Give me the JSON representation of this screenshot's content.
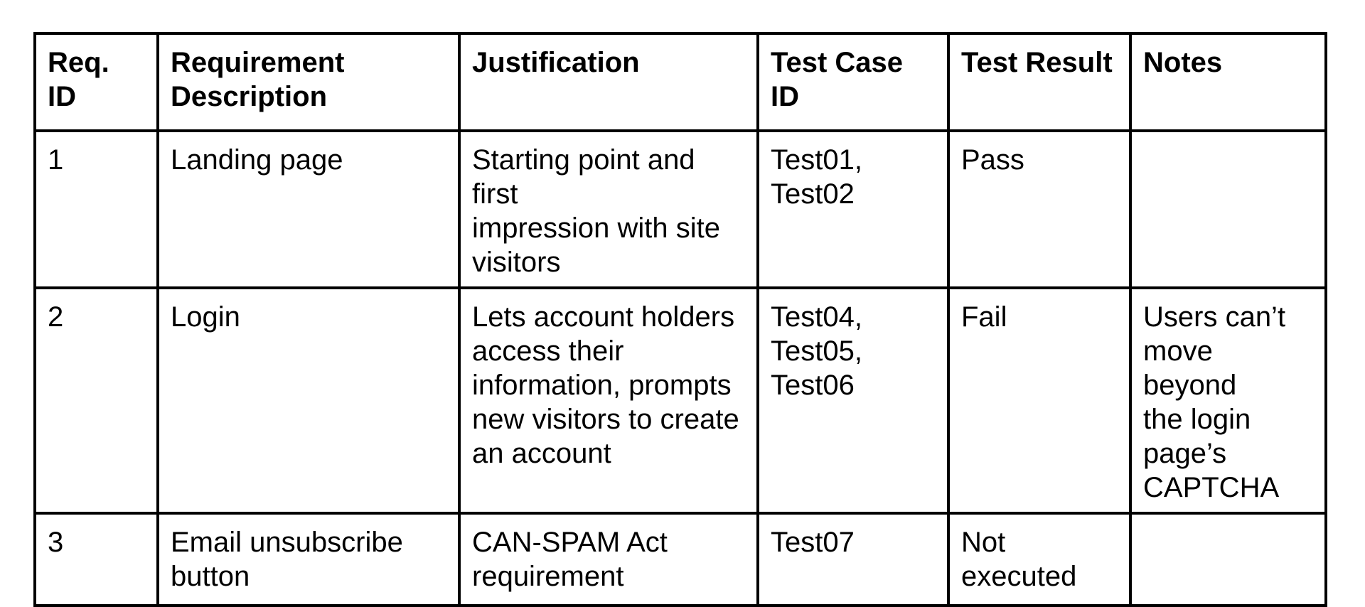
{
  "page": {
    "background_color": "#ffffff",
    "border_color": "#000000",
    "text_color": "#000000"
  },
  "table": {
    "headers": [
      "Req. ID",
      "Requirement\nDescription",
      "Justification",
      "Test Case\nID",
      "Test Result",
      "Notes"
    ],
    "rows": [
      {
        "req_id": "1",
        "description": "Landing page",
        "justification": "Starting point and first\nimpression with site\nvisitors",
        "test_case_id": "Test01,\nTest02",
        "test_result": "Pass",
        "notes": ""
      },
      {
        "req_id": "2",
        "description": "Login",
        "justification": "Lets account holders\naccess their\ninformation, prompts\nnew visitors to create\nan account",
        "test_case_id": "Test04,\nTest05,\nTest06",
        "test_result": "Fail",
        "notes": "Users can’t\nmove beyond\nthe login\npage’s\nCAPTCHA"
      },
      {
        "req_id": "3",
        "description": "Email unsubscribe\nbutton",
        "justification": "CAN-SPAM Act\nrequirement",
        "test_case_id": "Test07",
        "test_result": "Not\nexecuted",
        "notes": ""
      }
    ]
  }
}
